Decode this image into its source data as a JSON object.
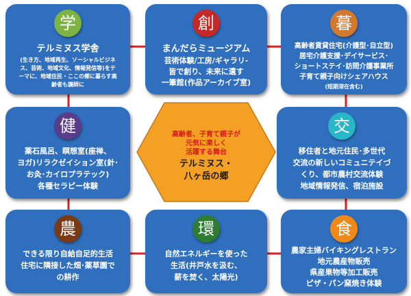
{
  "center": {
    "lines": [
      "高齢者、子育て親子が",
      "元気に楽しく",
      "活躍する舞台"
    ],
    "title_lines": [
      "テルミヌス・",
      "八ヶ岳の郷"
    ]
  },
  "boxes": [
    {
      "icon": "学",
      "badge_color": "#7cb342",
      "title": "テルミヌス学舎",
      "lines": [
        "(生き方、地域再生、ソーシャルビジネ",
        "ス、芸術、地域文化、情報発信等)をテ",
        "ーマに、地域住民・ここの郷に暮らす高",
        "齢者も講師に"
      ]
    },
    {
      "icon": "創",
      "badge_color": "#c62828",
      "title": "まんだらミュージアム",
      "lines": [
        "芸術体験/工房/ギャラリ-",
        "皆で創り、未来に遺す",
        "一筆館(作品アーカイブ室)"
      ]
    },
    {
      "icon": "暮",
      "badge_color": "#d2782f",
      "title": "",
      "lines": [
        "高齢者賃貸住宅(介護型･自立型)",
        "居宅介護支援･デイサービス･",
        "ショートステイ･訪問介護事業所",
        "子育て親子向けシェアハウス",
        "(短期滞在含む)"
      ]
    },
    {
      "icon": "健",
      "badge_color": "#5a3d8a",
      "title": "",
      "lines": [
        "薬石風呂、瞑想室(座禅、",
        "ヨガ)リラクゼイション室(針･",
        "お灸･カイロプラテック)",
        "各種セラピー体験"
      ]
    },
    {
      "icon": "交",
      "badge_color": "#29b6c9",
      "title": "",
      "lines": [
        "移住者と地元住民･多世代",
        "交流の新しいコミュニテイづ",
        "くり、都市農村交流体験",
        "地域情報発信、宿泊施設"
      ]
    },
    {
      "icon": "農",
      "badge_color": "#7a3a14",
      "title": "",
      "lines": [
        "できる限り自給自足的生活",
        "住宅に隣接した畑･薬草園で",
        "の耕作"
      ]
    },
    {
      "icon": "環",
      "badge_color": "#2e7d32",
      "title": "",
      "lines": [
        "自然エネルギーを使った",
        "生活(井戸水を汲む、",
        "薪を焚く、太陽光)"
      ]
    },
    {
      "icon": "食",
      "badge_color": "#ef8a1a",
      "title": "",
      "lines": [
        "農家主婦バイキングレストラン",
        "地元農産物販売",
        "県産果物等加工販売",
        "ピザ・パン窯焼き体験"
      ]
    }
  ]
}
